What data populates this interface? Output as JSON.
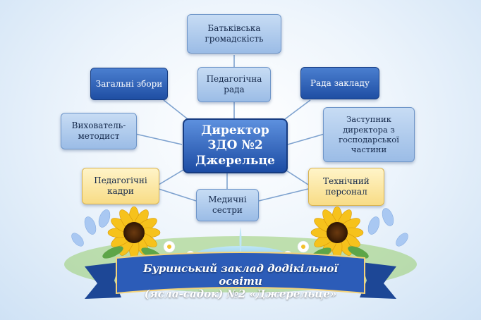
{
  "center": {
    "line1": "Директор",
    "line2": "ЗДО №2",
    "line3": "Джерельце"
  },
  "nodes": {
    "parents": {
      "line1": "Батьківська",
      "line2": "громадскість"
    },
    "general_meeting": {
      "line1": "Загальні збори"
    },
    "ped_council": {
      "line1": "Педагогічна",
      "line2": "рада"
    },
    "council": {
      "line1": "Рада закладу"
    },
    "methodist": {
      "line1": "Вихователь-",
      "line2": "методист"
    },
    "deputy": {
      "line1": "Заступник",
      "line2": "директора з",
      "line3": "господарської",
      "line4": "частини"
    },
    "ped_staff": {
      "line1": "Педагогічні",
      "line2": "кадри"
    },
    "tech_staff": {
      "line1": "Технічний",
      "line2": "персонал"
    },
    "nurses": {
      "line1": "Медичні",
      "line2": "сестри"
    }
  },
  "banner": {
    "line1": "Буринський заклад додікільної освіти",
    "line2": "(ясла-садок) №2 «Джерельце»"
  },
  "colors": {
    "dark_blue": "#1f4ea3",
    "light_blue": "#9bbce6",
    "yellow": "#f8dc86",
    "ribbon": "#2c5cb8"
  }
}
